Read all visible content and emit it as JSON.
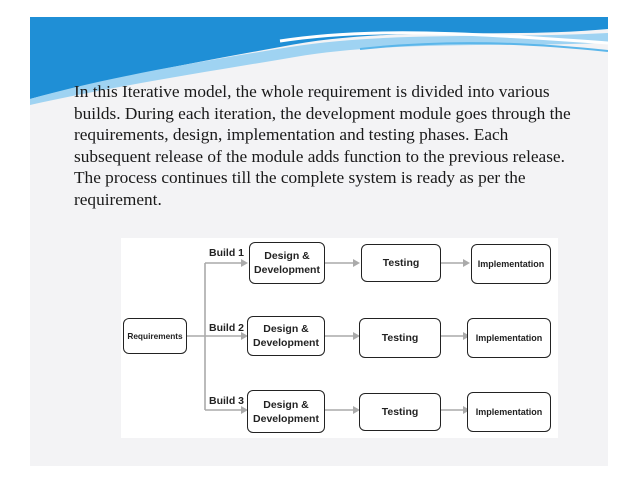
{
  "slide": {
    "body_text": "In this Iterative model, the whole requirement is divided into various builds. During each iteration, the development module goes through the requirements, design, implementation and testing phases. Each subsequent release of the module adds function to the previous release. The process continues till the complete system is ready as per the requirement."
  },
  "diagram": {
    "requirements": "Requirements",
    "builds": [
      {
        "label": "Build 1",
        "design": "Design &\nDevelopment",
        "testing": "Testing",
        "implementation": "Implementation"
      },
      {
        "label": "Build 2",
        "design": "Design &\nDevelopment",
        "testing": "Testing",
        "implementation": "Implementation"
      },
      {
        "label": "Build 3",
        "design": "Design &\nDevelopment",
        "testing": "Testing",
        "implementation": "Implementation"
      }
    ]
  },
  "colors": {
    "accent_blue": "#1f8fd6",
    "accent_light": "#9fd3f2",
    "panel_bg": "#f3f3f5",
    "box_border": "#222222",
    "arrow_gray": "#aaaaaa"
  }
}
